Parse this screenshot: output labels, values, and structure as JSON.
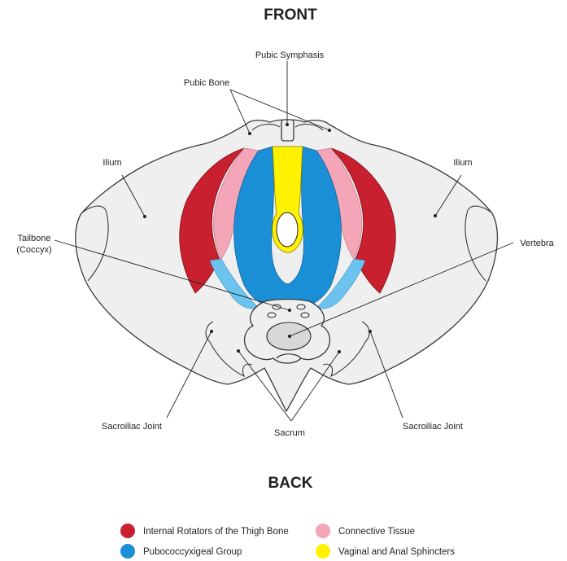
{
  "title_front": "FRONT",
  "title_back": "BACK",
  "labels": {
    "pubic_symphasis": "Pubic Symphasis",
    "pubic_bone": "Pubic Bone",
    "ilium_left": "Ilium",
    "ilium_right": "Ilium",
    "tailbone_line1": "Tailbone",
    "tailbone_line2": "(Coccyx)",
    "vertebra": "Vertebra",
    "sacroiliac_left": "Sacroiliac Joint",
    "sacroiliac_right": "Sacroiliac Joint",
    "sacrum": "Sacrum"
  },
  "legend": [
    {
      "label": "Internal Rotators of the Thigh Bone",
      "color": "#c8202f"
    },
    {
      "label": "Connective Tissue",
      "color": "#f4a5b8"
    },
    {
      "label": "Pubococcyxigeal Group",
      "color": "#1a8fd6"
    },
    {
      "label": "Vaginal and Anal Sphincters",
      "color": "#fff200"
    }
  ],
  "colors": {
    "rotators": "#c8202f",
    "connective": "#f4a5b8",
    "pubococcygeal": "#1a8fd6",
    "pubococcygeal_light": "#6cc4ee",
    "sphincters": "#fff200",
    "bone": "#efefef"
  }
}
